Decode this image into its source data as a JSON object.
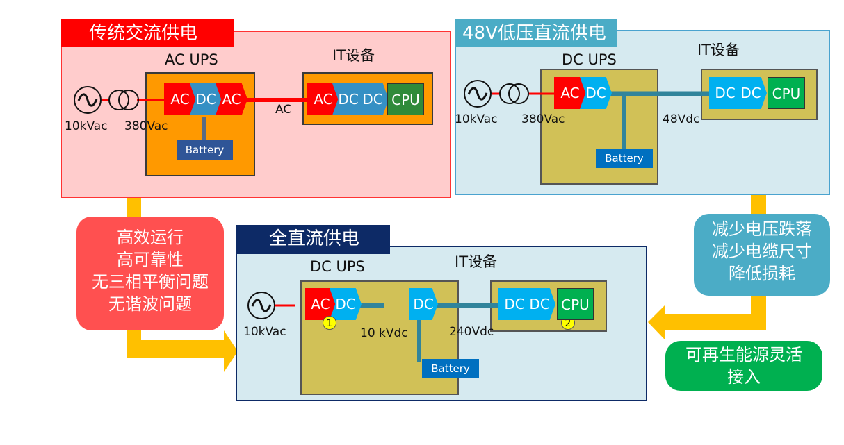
{
  "panels": {
    "traditional_ac": {
      "title": "传统交流供电",
      "ups_label": "AC UPS",
      "it_label": "IT设备",
      "source_label": "10kVac",
      "transformer_label": "380Vac",
      "ups_stages": [
        "AC",
        "DC",
        "AC"
      ],
      "link_label": "AC",
      "battery": "Battery",
      "it_stages": [
        "AC",
        "DC",
        "DC"
      ],
      "cpu": "CPU"
    },
    "low_voltage_dc": {
      "title": "48V低压直流供电",
      "ups_label": "DC UPS",
      "it_label": "IT设备",
      "source_label": "10kVac",
      "transformer_label": "380Vac",
      "ups_stages": [
        "AC",
        "DC"
      ],
      "link_label": "48Vdc",
      "battery": "Battery",
      "it_stages": [
        "DC",
        "DC"
      ],
      "cpu": "CPU"
    },
    "full_dc": {
      "title": "全直流供电",
      "ups_label": "DC UPS",
      "it_label": "IT设备",
      "source_label": "10kVac",
      "ups_stages": [
        "AC",
        "DC"
      ],
      "ups_stage_mid": "DC",
      "mid_link_label": "10 kVdc",
      "link_label": "240Vdc",
      "battery": "Battery",
      "it_stages": [
        "DC",
        "DC"
      ],
      "cpu": "CPU",
      "badges": [
        "1",
        "2"
      ]
    }
  },
  "callouts": {
    "left": [
      "高效运行",
      "高可靠性",
      "无三相平衡问题",
      "无谐波问题"
    ],
    "right": [
      "减少电压跌落",
      "减少电缆尺寸",
      "降低损耗"
    ],
    "green": [
      "可再生能源灵活",
      "接入"
    ]
  },
  "colors": {
    "ac_red": "#ff0000",
    "dc_blue_dark": "#3590c4",
    "dc_blue_light": "#00b0f0",
    "cpu_green_dark": "#2f8a3a",
    "cpu_green": "#00b050",
    "orange_ups": "#ff9900",
    "olive_ups": "#d1c157",
    "arrow_yellow": "#ffc000"
  }
}
